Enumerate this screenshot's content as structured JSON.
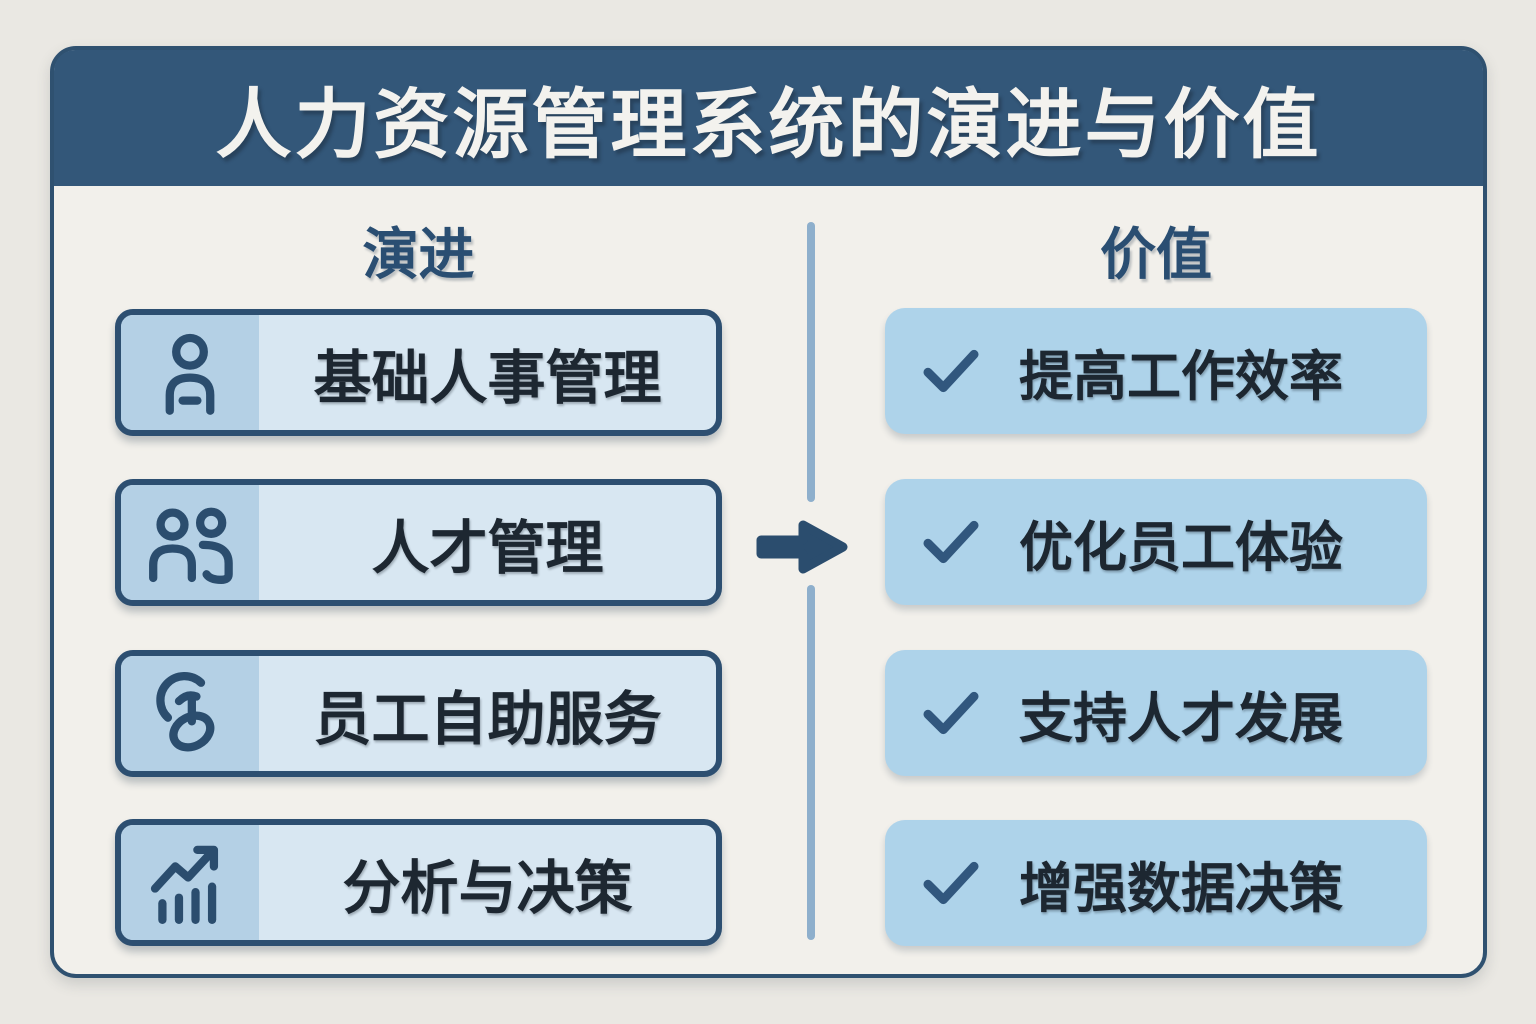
{
  "title": "人力资源管理系统的演进与价值",
  "evolution": {
    "header": "演进",
    "items": [
      {
        "icon": "user-icon",
        "label": "基础人事管理"
      },
      {
        "icon": "users-icon",
        "label": "人才管理"
      },
      {
        "icon": "tap-hand-icon",
        "label": "员工自助服务"
      },
      {
        "icon": "trend-chart-icon",
        "label": "分析与决策"
      }
    ]
  },
  "value": {
    "header": "价值",
    "items": [
      {
        "icon": "check-icon",
        "label": "提高工作效率"
      },
      {
        "icon": "check-icon",
        "label": "优化员工体验"
      },
      {
        "icon": "check-icon",
        "label": "支持人才发展"
      },
      {
        "icon": "check-icon",
        "label": "增强数据决策"
      }
    ]
  },
  "flow": {
    "arrow_icon": "right-arrow-icon"
  },
  "theme": {
    "page_bg": "#eae8e3",
    "card_bg": "#f2f0eb",
    "card_border": "#2f5170",
    "title_bar_bg": "#335779",
    "title_text": "#f3f2ee",
    "column_header_text": "#2a4e72",
    "evo_box_border": "#2d4f71",
    "evo_icon_panel_bg": "#b4d0e5",
    "evo_text_panel_bg": "#d8e7f2",
    "item_text": "#1d2731",
    "value_box_bg": "#aed3ea",
    "check_color": "#31577e",
    "divider_color": "#8eafcc",
    "arrow_color": "#2b4d6e",
    "icon_color": "#2b4d6e"
  }
}
